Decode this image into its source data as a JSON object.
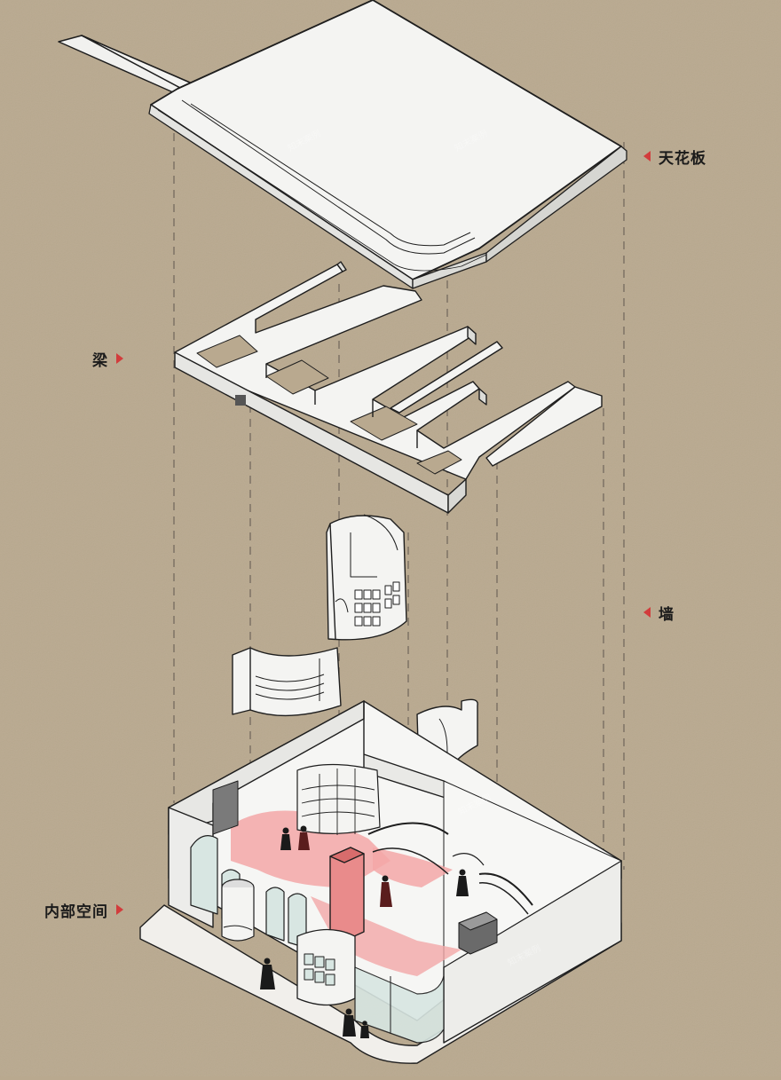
{
  "labels": {
    "ceiling": "天花板",
    "beam": "梁",
    "wall": "墙",
    "interior": "内部空间"
  },
  "watermark": "知末案例",
  "colors": {
    "background": "#b9a98f",
    "line": "#1e1e1e",
    "panel": "#f4f4f2",
    "accent_red": "#d23c3c",
    "highlight": "#f3a7a7"
  }
}
